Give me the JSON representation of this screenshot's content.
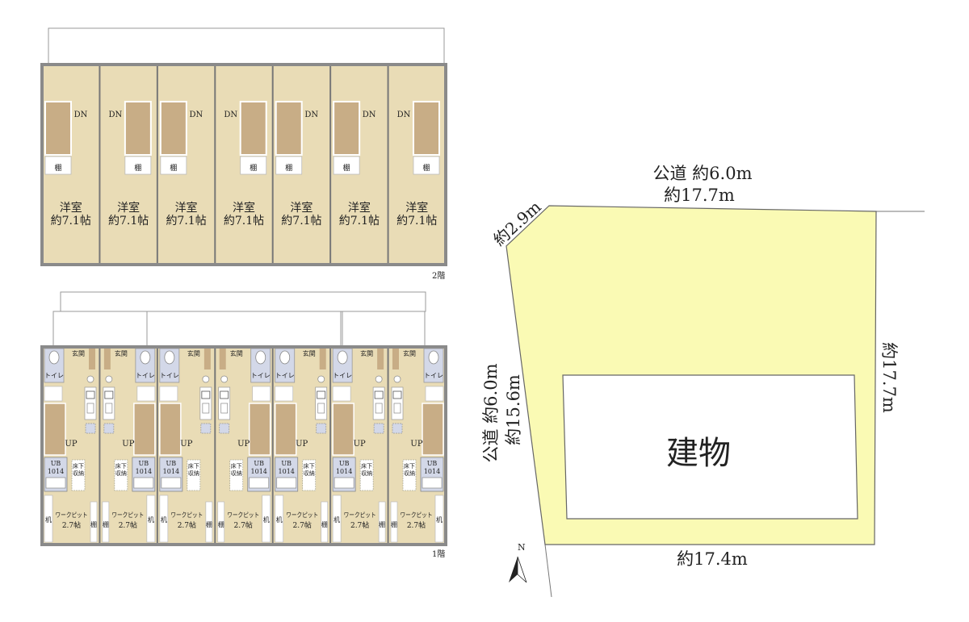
{
  "floor2": {
    "label": "2階",
    "unit_count": 7,
    "room_name": "洋室",
    "room_size": "約7.1帖",
    "stairs_label": "DN",
    "shelf_label": "棚"
  },
  "floor1": {
    "label": "1階",
    "unit_count": 7,
    "entrance_label": "玄関",
    "toilet_label": "トイレ",
    "stairs_label": "UP",
    "bath_label_1": "UB",
    "bath_label_2": "1014",
    "storage_label_1": "床下",
    "storage_label_2": "収納",
    "workpit_name": "ワークピット",
    "workpit_size": "2.7帖",
    "desk_label": "机",
    "shelf_label": "棚"
  },
  "site": {
    "north_label": "N",
    "top_road": "公道 約6.0m",
    "top_length": "約17.7m",
    "corner_cut": "約2.9m",
    "left_road": "公道 約6.0m",
    "left_length": "約15.6m",
    "right_length": "約17.7m",
    "bottom_length": "約17.4m",
    "building_label": "建物"
  },
  "colors": {
    "floor": "#e9dcb6",
    "stairs": "#c8ad86",
    "wet": "#d3d8e8",
    "site": "#fafab4",
    "wall": "#8a8a8a"
  }
}
